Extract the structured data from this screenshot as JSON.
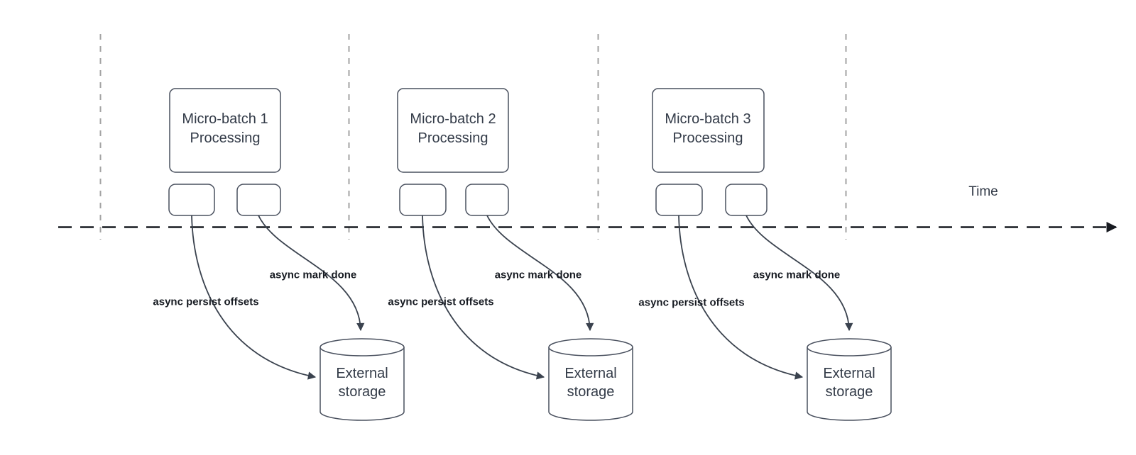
{
  "diagram": {
    "time_label": "Time",
    "batches": [
      {
        "title": "Micro-batch 1",
        "subtitle": "Processing",
        "persist_label": "async persist offsets",
        "mark_done_label": "async mark done",
        "storage_label": "External storage"
      },
      {
        "title": "Micro-batch 2",
        "subtitle": "Processing",
        "persist_label": "async persist offsets",
        "mark_done_label": "async mark done",
        "storage_label": "External storage"
      },
      {
        "title": "Micro-batch 3",
        "subtitle": "Processing",
        "persist_label": "async persist offsets",
        "mark_done_label": "async mark done",
        "storage_label": "External storage"
      }
    ]
  },
  "colors": {
    "gridline": "#a3a3a3",
    "timeline": "#171a20",
    "connector": "#3a424e",
    "shape_stroke": "#49505e",
    "shape_fill": "#ffffff",
    "shape_text": "#333b48",
    "label_text": "#171b22"
  }
}
